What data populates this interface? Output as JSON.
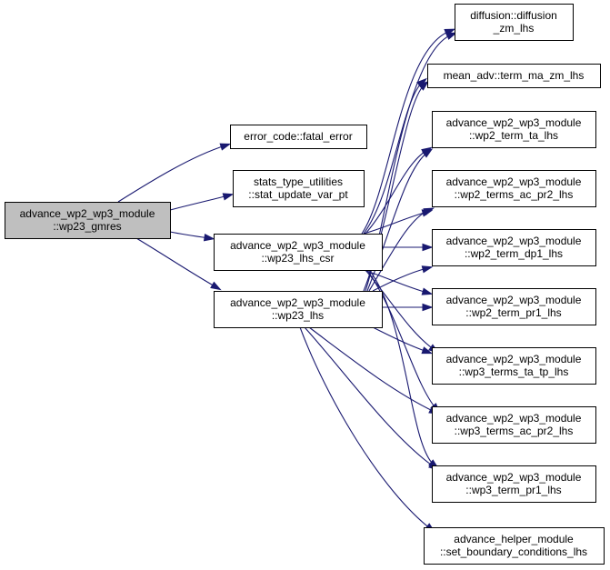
{
  "colors": {
    "node_fill": "#ffffff",
    "root_fill": "#bfbfbf",
    "node_border": "#000000",
    "edge": "#191970"
  },
  "nodes": [
    {
      "id": "root",
      "lines": [
        "advance_wp2_wp3_module",
        "::wp23_gmres"
      ],
      "root": true
    },
    {
      "id": "fatal",
      "lines": [
        "error_code::fatal_error"
      ]
    },
    {
      "id": "stat",
      "lines": [
        "stats_type_utilities",
        "::stat_update_var_pt"
      ]
    },
    {
      "id": "csr",
      "lines": [
        "advance_wp2_wp3_module",
        "::wp23_lhs_csr"
      ]
    },
    {
      "id": "lhs",
      "lines": [
        "advance_wp2_wp3_module",
        "::wp23_lhs"
      ]
    },
    {
      "id": "diff",
      "lines": [
        "diffusion::diffusion",
        "_zm_lhs"
      ]
    },
    {
      "id": "mean",
      "lines": [
        "mean_adv::term_ma_zm_lhs"
      ]
    },
    {
      "id": "ta",
      "lines": [
        "advance_wp2_wp3_module",
        "::wp2_term_ta_lhs"
      ]
    },
    {
      "id": "acpr2",
      "lines": [
        "advance_wp2_wp3_module",
        "::wp2_terms_ac_pr2_lhs"
      ]
    },
    {
      "id": "dp1",
      "lines": [
        "advance_wp2_wp3_module",
        "::wp2_term_dp1_lhs"
      ]
    },
    {
      "id": "pr1",
      "lines": [
        "advance_wp2_wp3_module",
        "::wp2_term_pr1_lhs"
      ]
    },
    {
      "id": "tatp",
      "lines": [
        "advance_wp2_wp3_module",
        "::wp3_terms_ta_tp_lhs"
      ]
    },
    {
      "id": "acpr2b",
      "lines": [
        "advance_wp2_wp3_module",
        "::wp3_terms_ac_pr2_lhs"
      ]
    },
    {
      "id": "pr1b",
      "lines": [
        "advance_wp2_wp3_module",
        "::wp3_term_pr1_lhs"
      ]
    },
    {
      "id": "bc",
      "lines": [
        "advance_helper_module",
        "::set_boundary_conditions_lhs"
      ]
    }
  ],
  "edges": [
    {
      "from": "root",
      "to": "fatal"
    },
    {
      "from": "root",
      "to": "stat"
    },
    {
      "from": "root",
      "to": "csr"
    },
    {
      "from": "root",
      "to": "lhs"
    },
    {
      "from": "csr",
      "to": "diff"
    },
    {
      "from": "csr",
      "to": "mean"
    },
    {
      "from": "csr",
      "to": "ta"
    },
    {
      "from": "csr",
      "to": "acpr2"
    },
    {
      "from": "csr",
      "to": "dp1"
    },
    {
      "from": "csr",
      "to": "pr1"
    },
    {
      "from": "csr",
      "to": "tatp"
    },
    {
      "from": "csr",
      "to": "acpr2b"
    },
    {
      "from": "csr",
      "to": "pr1b"
    },
    {
      "from": "lhs",
      "to": "diff"
    },
    {
      "from": "lhs",
      "to": "mean"
    },
    {
      "from": "lhs",
      "to": "ta"
    },
    {
      "from": "lhs",
      "to": "acpr2"
    },
    {
      "from": "lhs",
      "to": "dp1"
    },
    {
      "from": "lhs",
      "to": "pr1"
    },
    {
      "from": "lhs",
      "to": "tatp"
    },
    {
      "from": "lhs",
      "to": "acpr2b"
    },
    {
      "from": "lhs",
      "to": "pr1b"
    },
    {
      "from": "lhs",
      "to": "bc"
    }
  ]
}
